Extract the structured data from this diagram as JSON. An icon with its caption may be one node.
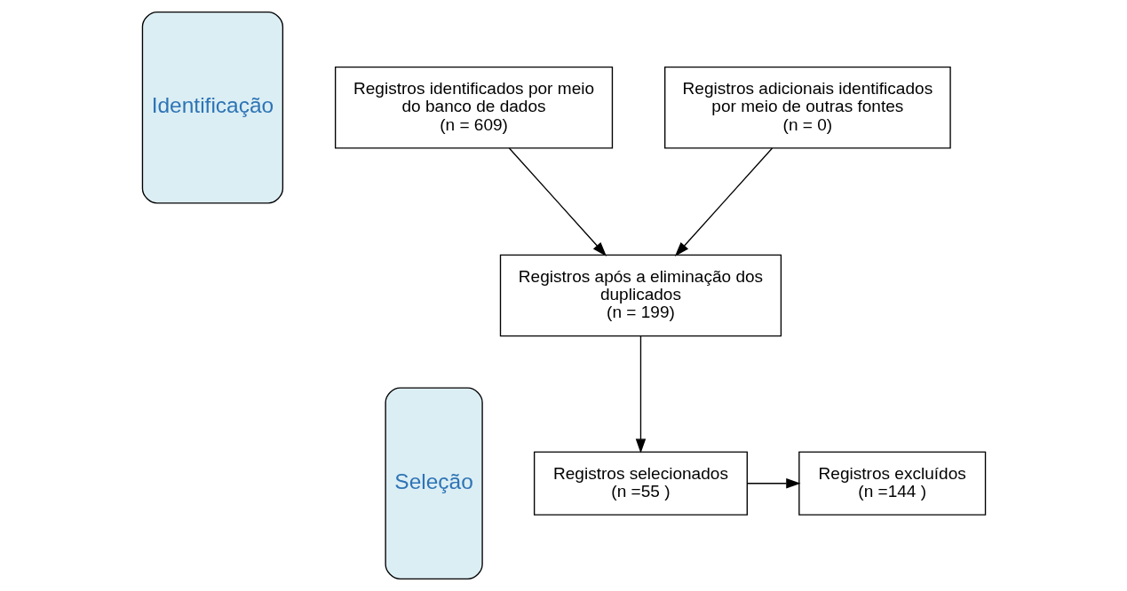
{
  "diagram": {
    "nodes": [
      {
        "text": [
          "Identificação"
        ]
      },
      {
        "text": [
          "Seleção"
        ]
      },
      {
        "text": [
          "Registros identificados por meio do banco de dados",
          "(n = 609)"
        ]
      },
      {
        "text": [
          "Registros adicionais identificados por meio de outras fontes",
          "(n = 0)"
        ]
      },
      {
        "text": [
          "Registros após a eliminação dos duplicados",
          "(n = 199)"
        ]
      },
      {
        "text": [
          "Registros selecionados",
          "(n =55 )"
        ]
      },
      {
        "text": [
          "Registros excluídos",
          "(n =144 )"
        ]
      }
    ],
    "edges": [
      {
        "from": 2,
        "to": 4,
        "arrow": "to"
      },
      {
        "from": 3,
        "to": 4,
        "arrow": "to"
      },
      {
        "from": 4,
        "to": 5,
        "arrow": "to"
      },
      {
        "from": 5,
        "to": 6,
        "arrow": "to"
      }
    ]
  }
}
